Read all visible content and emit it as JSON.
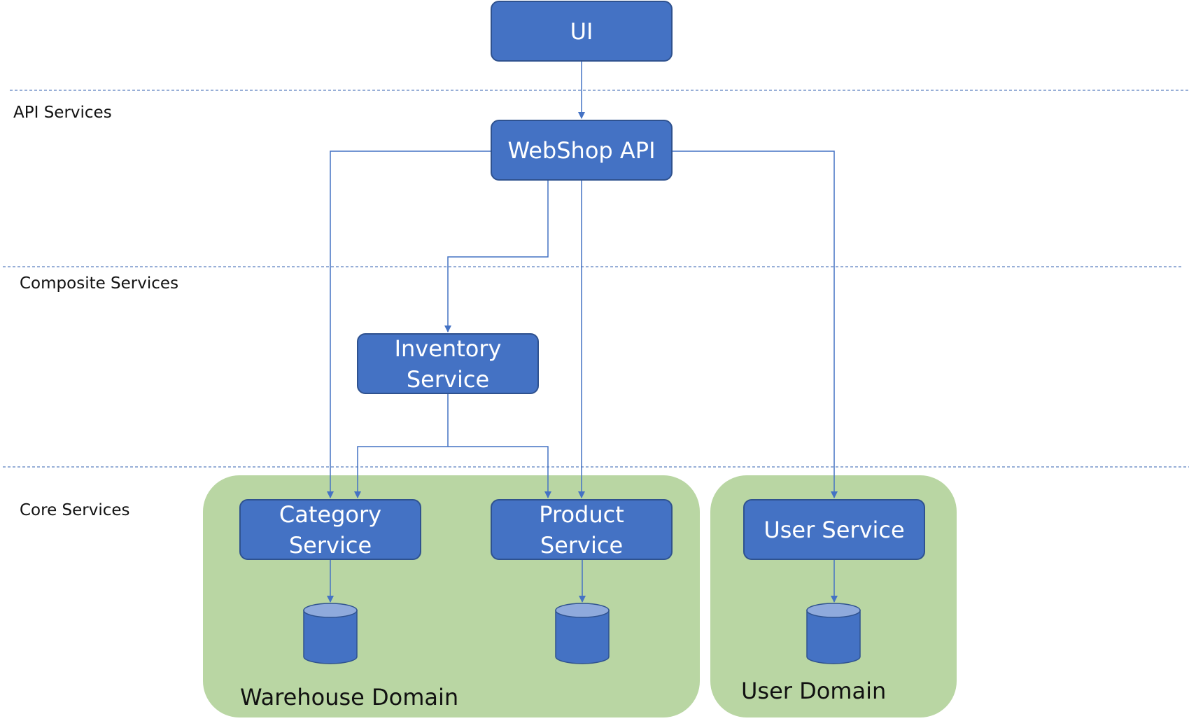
{
  "layers": {
    "api": "API Services",
    "composite": "Composite Services",
    "core": "Core Services"
  },
  "services": {
    "ui": "UI",
    "webshop_api": "WebShop API",
    "inventory": "Inventory Service",
    "category": "Category Service",
    "product": "Product Service",
    "user": "User Service"
  },
  "domains": {
    "warehouse": "Warehouse Domain",
    "user": "User Domain"
  },
  "colors": {
    "box_fill": "#4472c4",
    "box_border": "#2f528f",
    "domain_fill": "#b9d6a3",
    "connector": "#4472c4",
    "divider": "#5b7fbf",
    "db_top": "#8faadc"
  }
}
